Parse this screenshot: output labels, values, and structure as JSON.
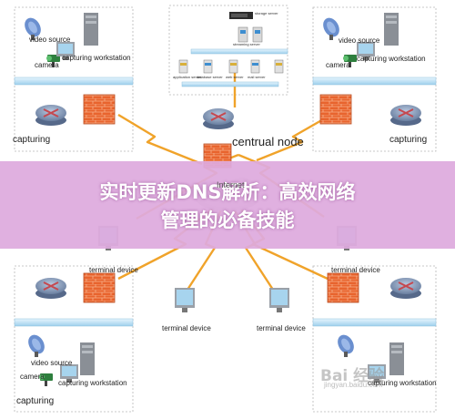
{
  "banner": {
    "line1": "实时更新DNS解析：高效网络",
    "line2": "管理的必备技能"
  },
  "labels": {
    "video_source": "video source",
    "camera": "camera",
    "capturing_workstation": "capturing workstation",
    "capturing": "capturing",
    "central_node": "centrual node",
    "terminal_device": "terminal device",
    "storage_server": "storage server",
    "streaming_server": "streaming server",
    "application_server": "application server",
    "database_server": "database server",
    "web_server": "web server",
    "mail_server": "mail server",
    "internet": "Internet"
  },
  "watermark": {
    "text": "Bai 经验",
    "url": "jingyan.baidu.com"
  },
  "colors": {
    "lightning": "#f0a32a",
    "firewall": "#e8642e",
    "router": "#7a8fb0",
    "lan_bar": "#bfe0f2",
    "banner": "#deaade"
  }
}
